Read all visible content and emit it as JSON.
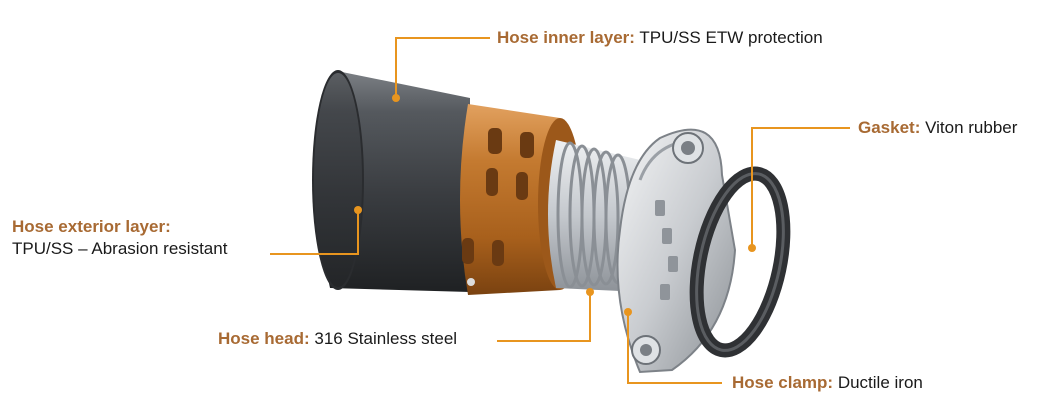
{
  "labels": {
    "inner": {
      "term": "Hose inner layer:",
      "desc": "TPU/SS ETW protection"
    },
    "gasket": {
      "term": "Gasket:",
      "desc": "Viton rubber"
    },
    "exterior": {
      "term": "Hose exterior layer:",
      "desc": "TPU/SS – Abrasion resistant"
    },
    "head": {
      "term": "Hose head:",
      "desc": "316 Stainless steel"
    },
    "clamp": {
      "term": "Hose clamp:",
      "desc": "Ductile iron"
    }
  },
  "colors": {
    "term": "#a86a33",
    "leader": "#e8951f",
    "hose": "#3d4044",
    "collar": "#b5661f",
    "steel": "#c9cdd2",
    "gasket": "#2f3134"
  }
}
